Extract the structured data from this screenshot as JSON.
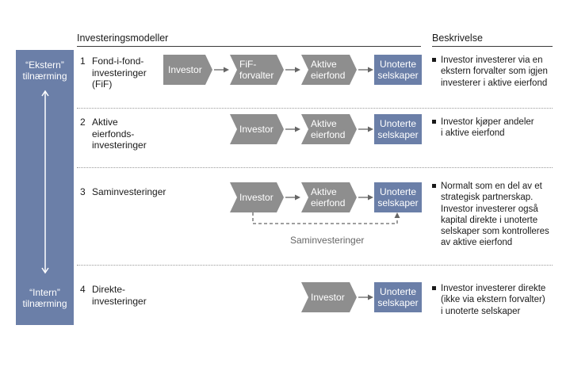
{
  "headers": {
    "models": "Investeringsmodeller",
    "description": "Beskrivelse"
  },
  "sidebar": {
    "top": [
      "“Ekstern”",
      "tilnærming"
    ],
    "bottom": [
      "“Intern”",
      "tilnærming"
    ]
  },
  "rows": [
    {
      "num": "1",
      "label": [
        "Fond-i-fond-",
        "investeringer",
        "(FiF)"
      ],
      "chain": [
        "Investor",
        "FiF-|forvalter",
        "Aktive|eierfond",
        "Unoterte|selskaper"
      ],
      "desc": [
        "Investor investerer via en",
        "ekstern forvalter som igjen",
        "investerer i aktive eierfond"
      ]
    },
    {
      "num": "2",
      "label": [
        "Aktive",
        "eierfonds-",
        "investeringer"
      ],
      "chain": [
        "Investor",
        "Aktive|eierfond",
        "Unoterte|selskaper"
      ],
      "desc": [
        "Investor kjøper andeler",
        "i aktive eierfond"
      ]
    },
    {
      "num": "3",
      "label": [
        "Saminvesteringer"
      ],
      "chain": [
        "Investor",
        "Aktive|eierfond",
        "Unoterte|selskaper"
      ],
      "caption": "Saminvesteringer",
      "desc": [
        "Normalt som en del av et",
        "strategisk partnerskap.",
        "Investor investerer også",
        "kapital direkte i unoterte",
        "selskaper som kontrolleres",
        "av aktive eierfond"
      ]
    },
    {
      "num": "4",
      "label": [
        "Direkte-",
        "investeringer"
      ],
      "chain": [
        "Investor",
        "Unoterte|selskaper"
      ],
      "desc": [
        "Investor investerer direkte",
        "(ikke via ekstern forvalter)",
        "i unoterte selskaper"
      ]
    }
  ],
  "colors": {
    "accent_blue": "#6b7fa8",
    "chevron_gray": "#8e8e8e"
  }
}
